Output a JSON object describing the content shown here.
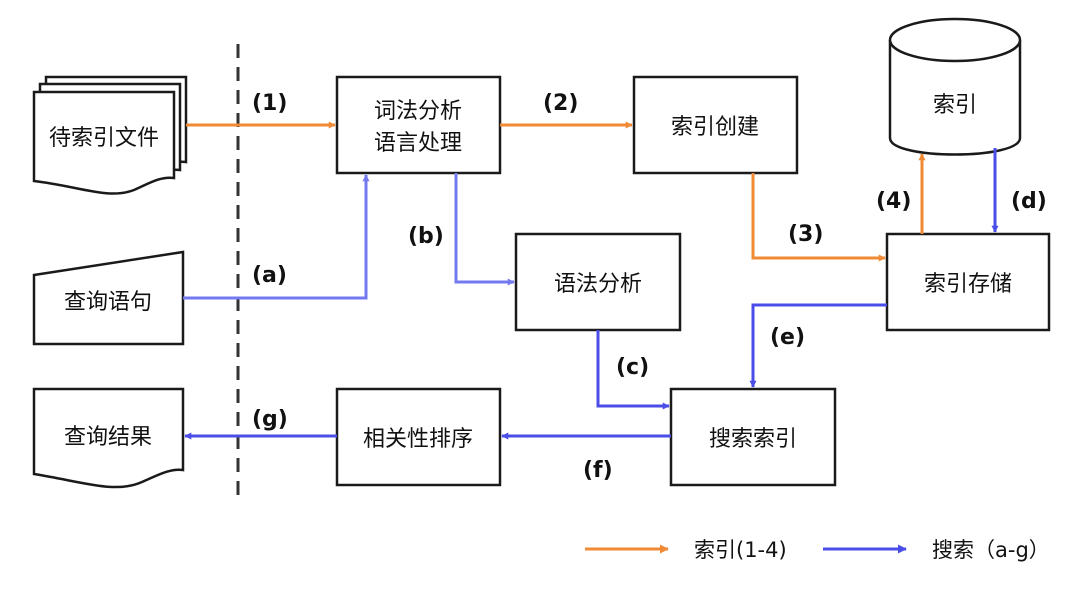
{
  "colors": {
    "index_arrow": "#f08a35",
    "search_arrow": "#4a4de8",
    "search_arrow_light": "#7579ef",
    "stroke": "#1a1a1a"
  },
  "nodes": {
    "documents": "待索引文件",
    "query": "查询语句",
    "results": "查询结果",
    "lexical_line1": "词法分析",
    "lexical_line2": "语言处理",
    "create_index": "索引创建",
    "index_db": "索引",
    "index_storage": "索引存储",
    "syntax": "语法分析",
    "search_index": "搜索索引",
    "ranking": "相关性排序"
  },
  "steps": {
    "s1": "(1)",
    "s2": "(2)",
    "s3": "(3)",
    "s4": "(4)",
    "a": "(a)",
    "b": "(b)",
    "c": "(c)",
    "d": "(d)",
    "e": "(e)",
    "f": "(f)",
    "g": "(g)"
  },
  "legend": {
    "index": "索引(1-4)",
    "search": "搜索（a-g）"
  }
}
